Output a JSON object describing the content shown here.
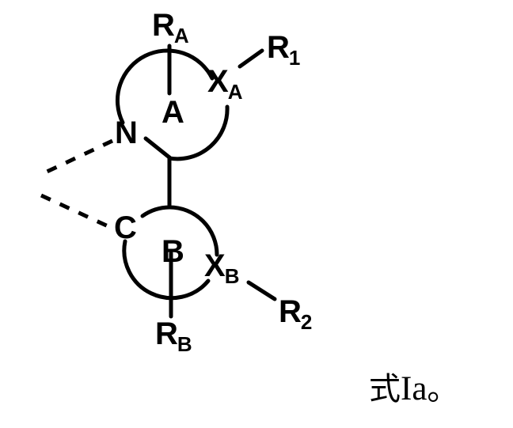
{
  "document": {
    "type": "chemical-structure-figure",
    "background_color": "#ffffff",
    "stroke_color": "#000000"
  },
  "structure": {
    "ring_a": {
      "center_label": "A",
      "heteroatom_left": "N",
      "heteroatom_right_base": "X",
      "heteroatom_right_sub": "A",
      "substituent_top_base": "R",
      "substituent_top_sub": "A",
      "substituent_right_base": "R",
      "substituent_right_sub": "1"
    },
    "ring_b": {
      "center_label": "B",
      "atom_left": "C",
      "heteroatom_right_base": "X",
      "heteroatom_right_sub": "B",
      "substituent_bottom_base": "R",
      "substituent_bottom_sub": "B",
      "substituent_right_base": "R",
      "substituent_right_sub": "2"
    }
  },
  "caption": {
    "cjk": "式",
    "latin": "Ia",
    "period": "。",
    "full": "式Ia。"
  }
}
